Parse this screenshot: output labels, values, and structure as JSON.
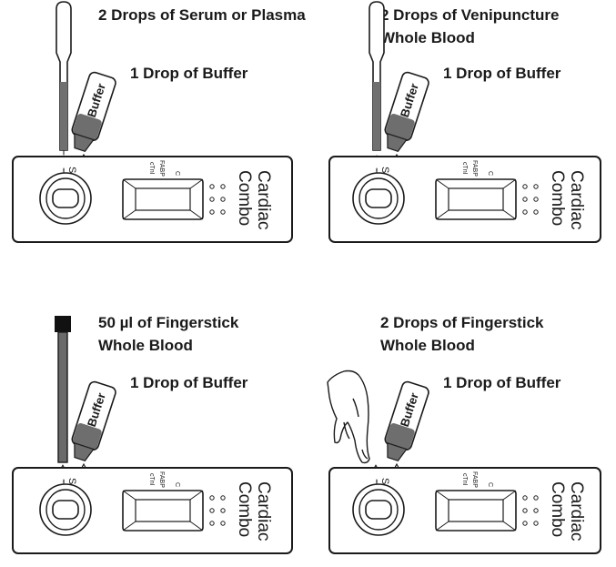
{
  "panels": [
    {
      "heading": [
        "2 Drops of Serum or Plasma"
      ],
      "buffer_note": "1 Drop of Buffer",
      "bottle_label": "Buffer",
      "sample_port_label": "S",
      "window_labels": [
        "cTnI",
        "FABP",
        "C"
      ],
      "brand": [
        "Cardiac",
        "Combo"
      ],
      "applicator": "pipette"
    },
    {
      "heading": [
        "2 Drops of Venipuncture",
        "Whole Blood"
      ],
      "buffer_note": "1 Drop of Buffer",
      "bottle_label": "Buffer",
      "sample_port_label": "S",
      "window_labels": [
        "cTnI",
        "FABP",
        "C"
      ],
      "brand": [
        "Cardiac",
        "Combo"
      ],
      "applicator": "pipette"
    },
    {
      "heading": [
        "50 µl of Fingerstick",
        "Whole Blood"
      ],
      "buffer_note": "1 Drop of Buffer",
      "bottle_label": "Buffer",
      "sample_port_label": "S",
      "window_labels": [
        "cTnI",
        "FABP",
        "C"
      ],
      "brand": [
        "Cardiac",
        "Combo"
      ],
      "applicator": "capillary-tube"
    },
    {
      "heading": [
        "2 Drops of Fingerstick",
        "Whole Blood"
      ],
      "buffer_note": "1 Drop of Buffer",
      "bottle_label": "Buffer",
      "sample_port_label": "S",
      "window_labels": [
        "cTnI",
        "FABP",
        "C"
      ],
      "brand": [
        "Cardiac",
        "Combo"
      ],
      "applicator": "finger"
    }
  ],
  "colors": {
    "ink": "#1a1a1a",
    "sample": "#707070",
    "bottle_body": "#6e6e6e",
    "capillary": "#6a6a6a",
    "cap": "#111111"
  }
}
